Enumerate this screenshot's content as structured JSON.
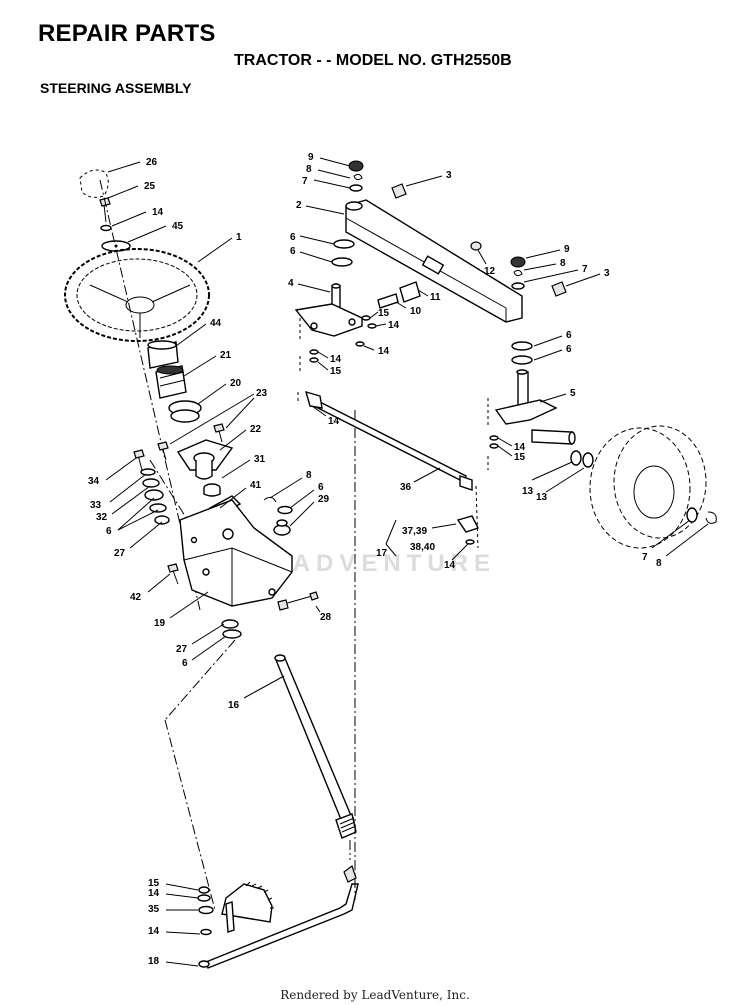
{
  "header": {
    "title": "REPAIR PARTS",
    "subtitle": "TRACTOR - - MODEL NO. GTH2550B",
    "section": "STEERING ASSEMBLY"
  },
  "watermark": "LEADVENTURE",
  "footer": "Rendered by LeadVenture, Inc.",
  "callouts": [
    "26",
    "25",
    "14",
    "45",
    "1",
    "44",
    "21",
    "20",
    "23",
    "22",
    "34",
    "31",
    "33",
    "32",
    "6",
    "27",
    "41",
    "8",
    "6",
    "29",
    "42",
    "19",
    "28",
    "27",
    "6",
    "16",
    "15",
    "14",
    "35",
    "14",
    "18",
    "9",
    "8",
    "7",
    "3",
    "2",
    "6",
    "6",
    "4",
    "12",
    "9",
    "8",
    "7",
    "3",
    "11",
    "10",
    "15",
    "14",
    "14",
    "14",
    "15",
    "14",
    "6",
    "6",
    "5",
    "14",
    "15",
    "36",
    "13",
    "13",
    "37,39",
    "17",
    "38,40",
    "14",
    "7",
    "8"
  ]
}
